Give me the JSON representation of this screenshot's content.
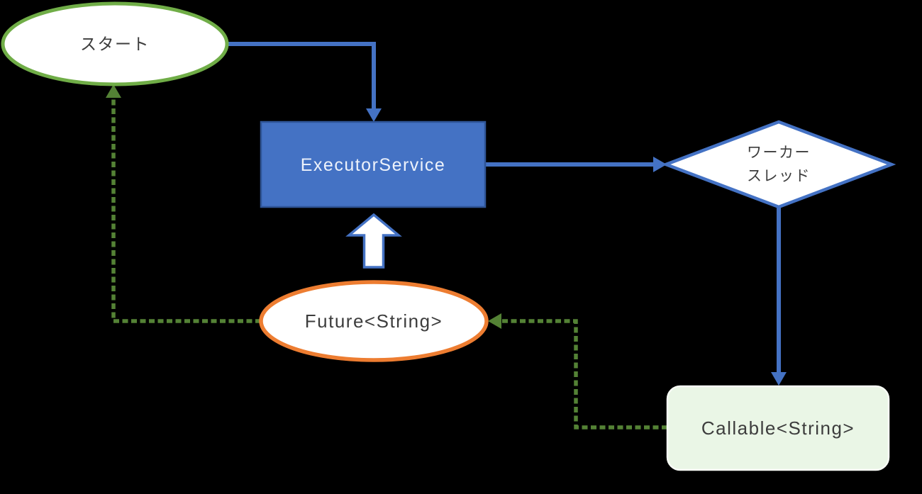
{
  "background_color": "#000000",
  "colors": {
    "blue": "#4472C4",
    "blue_dark": "#2F5597",
    "green": "#70AD47",
    "green_dark": "#548235",
    "orange": "#ED7D31",
    "mint": "#EAF6E6",
    "mint_border": "#F7FBF5",
    "white": "#FFFFFF",
    "text_dark": "#3D3D3D",
    "text_on_blue": "#EDF2FB"
  },
  "nodes": {
    "start": {
      "shape": "ellipse",
      "label": "スタート"
    },
    "executor": {
      "shape": "rectangle",
      "label": "ExecutorService"
    },
    "worker": {
      "shape": "diamond",
      "label_line1": "ワーカー",
      "label_line2": "スレッド"
    },
    "future": {
      "shape": "ellipse",
      "label": "Future<String>"
    },
    "callable": {
      "shape": "rounded-rectangle",
      "label": "Callable<String>"
    }
  },
  "edges": [
    {
      "from": "start",
      "to": "executor",
      "style": "solid-elbow",
      "color_key": "blue"
    },
    {
      "from": "executor",
      "to": "worker",
      "style": "solid-straight",
      "color_key": "blue"
    },
    {
      "from": "worker",
      "to": "callable",
      "style": "solid-straight",
      "color_key": "blue"
    },
    {
      "from": "callable",
      "to": "future",
      "style": "dashed-elbow",
      "color_key": "green_dark"
    },
    {
      "from": "future",
      "to": "start",
      "style": "dashed-elbow",
      "color_key": "green_dark"
    },
    {
      "from": "future",
      "to": "executor",
      "style": "block-arrow",
      "color_key": "white"
    }
  ]
}
